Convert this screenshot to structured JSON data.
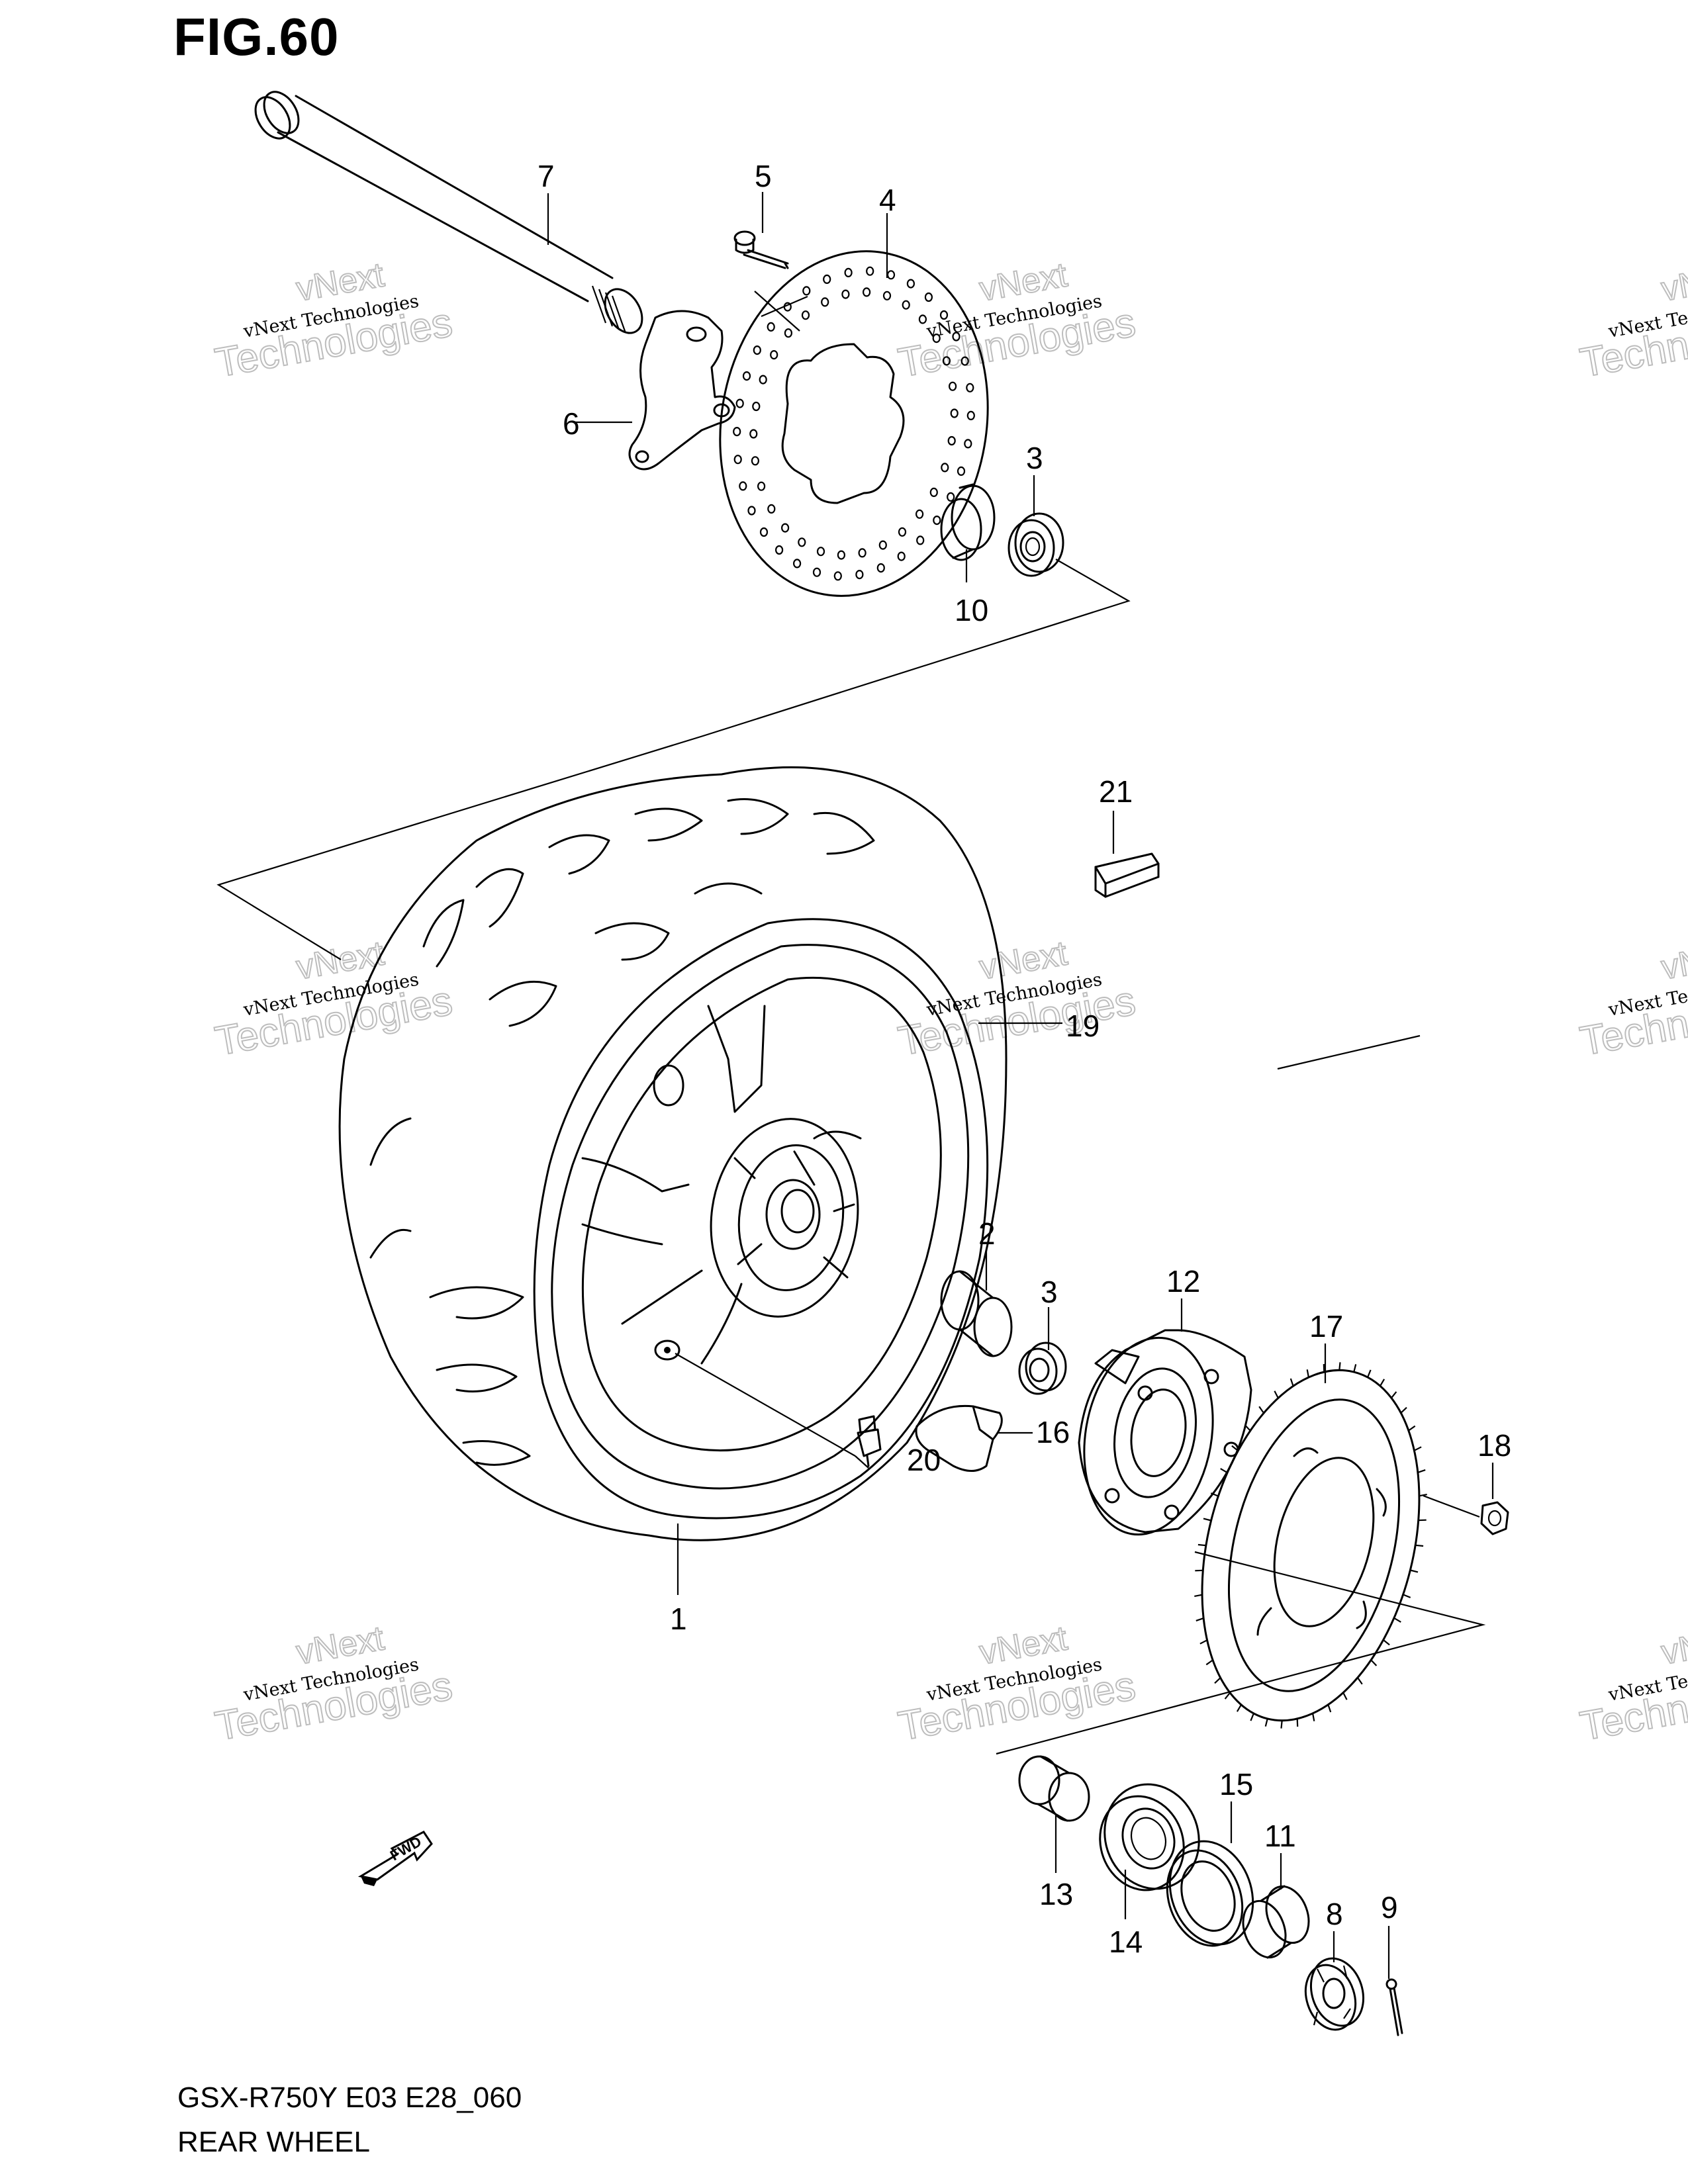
{
  "figure": {
    "title": "FIG.60"
  },
  "footer": {
    "model_code": "GSX-R750Y E03 E28_060",
    "section_name": "REAR WHEEL"
  },
  "watermark": {
    "line1": "vNext Technologies",
    "line2": "vNext",
    "line3": "Technologies"
  },
  "fwd_arrow": {
    "label": "FWD"
  },
  "callouts": {
    "c1": "1",
    "c2": "2",
    "c3a": "3",
    "c3b": "3",
    "c4": "4",
    "c5": "5",
    "c6": "6",
    "c7": "7",
    "c8": "8",
    "c9": "9",
    "c10": "10",
    "c11": "11",
    "c12": "12",
    "c13": "13",
    "c14": "14",
    "c15": "15",
    "c16": "16",
    "c17": "17",
    "c18": "18",
    "c19": "19",
    "c20": "20",
    "c21": "21"
  }
}
